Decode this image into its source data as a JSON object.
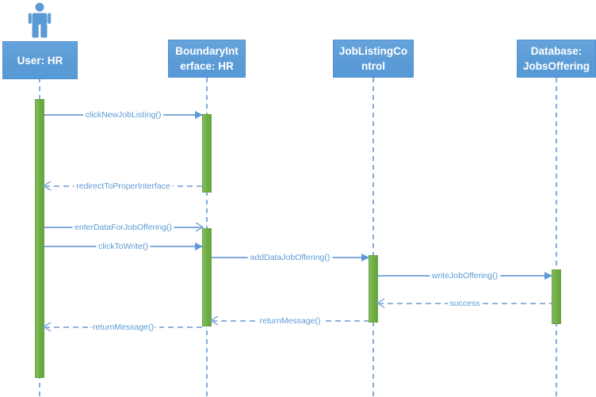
{
  "diagram": {
    "kind": "uml-sequence-diagram",
    "colors": {
      "header_fill": "#5B9BD5",
      "header_text": "#FFFFFF",
      "activation_fill": "#70AD47",
      "line_color": "#7FA8DC",
      "label_color": "#5B9BD5",
      "background": "#FFFFFF"
    },
    "actor": {
      "icon": "person-icon",
      "attached_lifeline": "User: HR"
    },
    "lifelines": [
      {
        "id": "user",
        "label": "User: HR",
        "line1": "User: HR",
        "line2": ""
      },
      {
        "id": "boundary",
        "label": "BoundaryInterface: HR",
        "line1": "BoundaryInt",
        "line2": "erface: HR"
      },
      {
        "id": "control",
        "label": "JobListingControl",
        "line1": "JobListingCo",
        "line2": "ntrol"
      },
      {
        "id": "database",
        "label": "Database: JobsOffering",
        "line1": "Database:",
        "line2": "JobsOffering"
      }
    ],
    "messages": [
      {
        "label": "clickNewJobListing()",
        "from": "user",
        "to": "boundary",
        "line": "solid",
        "arrowhead": "filled"
      },
      {
        "label": "redirectToProperInterface",
        "from": "boundary",
        "to": "user",
        "line": "dashed",
        "arrowhead": "open"
      },
      {
        "label": "enterDataForJobOffering()",
        "from": "user",
        "to": "boundary",
        "line": "solid",
        "arrowhead": "open"
      },
      {
        "label": "clickToWrite()",
        "from": "user",
        "to": "boundary",
        "line": "solid",
        "arrowhead": "filled"
      },
      {
        "label": "addDataJobOffering()",
        "from": "boundary",
        "to": "control",
        "line": "solid",
        "arrowhead": "filled"
      },
      {
        "label": "writeJobOffering()",
        "from": "control",
        "to": "database",
        "line": "solid",
        "arrowhead": "filled"
      },
      {
        "label": "success",
        "from": "database",
        "to": "control",
        "line": "dashed",
        "arrowhead": "open"
      },
      {
        "label": "returnMessage()",
        "from": "control",
        "to": "boundary",
        "line": "dashed",
        "arrowhead": "open"
      },
      {
        "label": "-returnMessage()-",
        "from": "boundary",
        "to": "user",
        "line": "dashed",
        "arrowhead": "open"
      }
    ]
  }
}
